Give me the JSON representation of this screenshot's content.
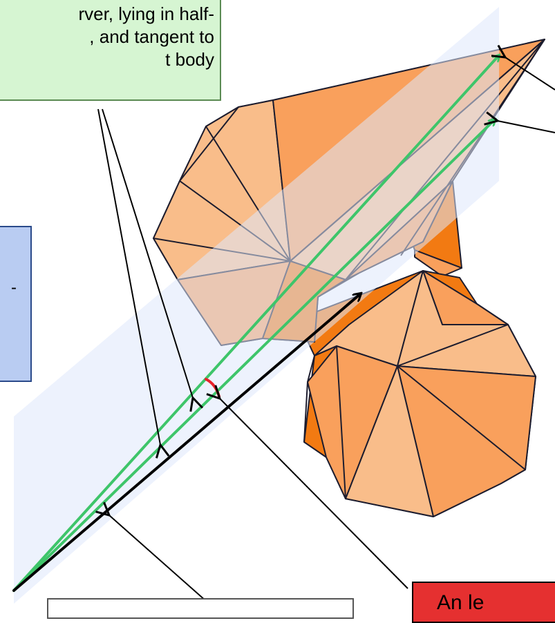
{
  "callouts": {
    "green_text_lines": [
      "",
      "rver, lying in half-",
      ", and tangent to",
      "t body"
    ],
    "blue_text": "-",
    "red_text": "An le",
    "gray_text": ""
  },
  "colors": {
    "green_ray": "#3ec56a",
    "black_ray": "#000000",
    "red_arc": "#e8222a",
    "plane_fill": "#dfe7fb",
    "face_light": "#f9bd8a",
    "face_mid": "#f9a05c",
    "face_dark": "#f27a12",
    "edge": "#1c1c2e"
  }
}
